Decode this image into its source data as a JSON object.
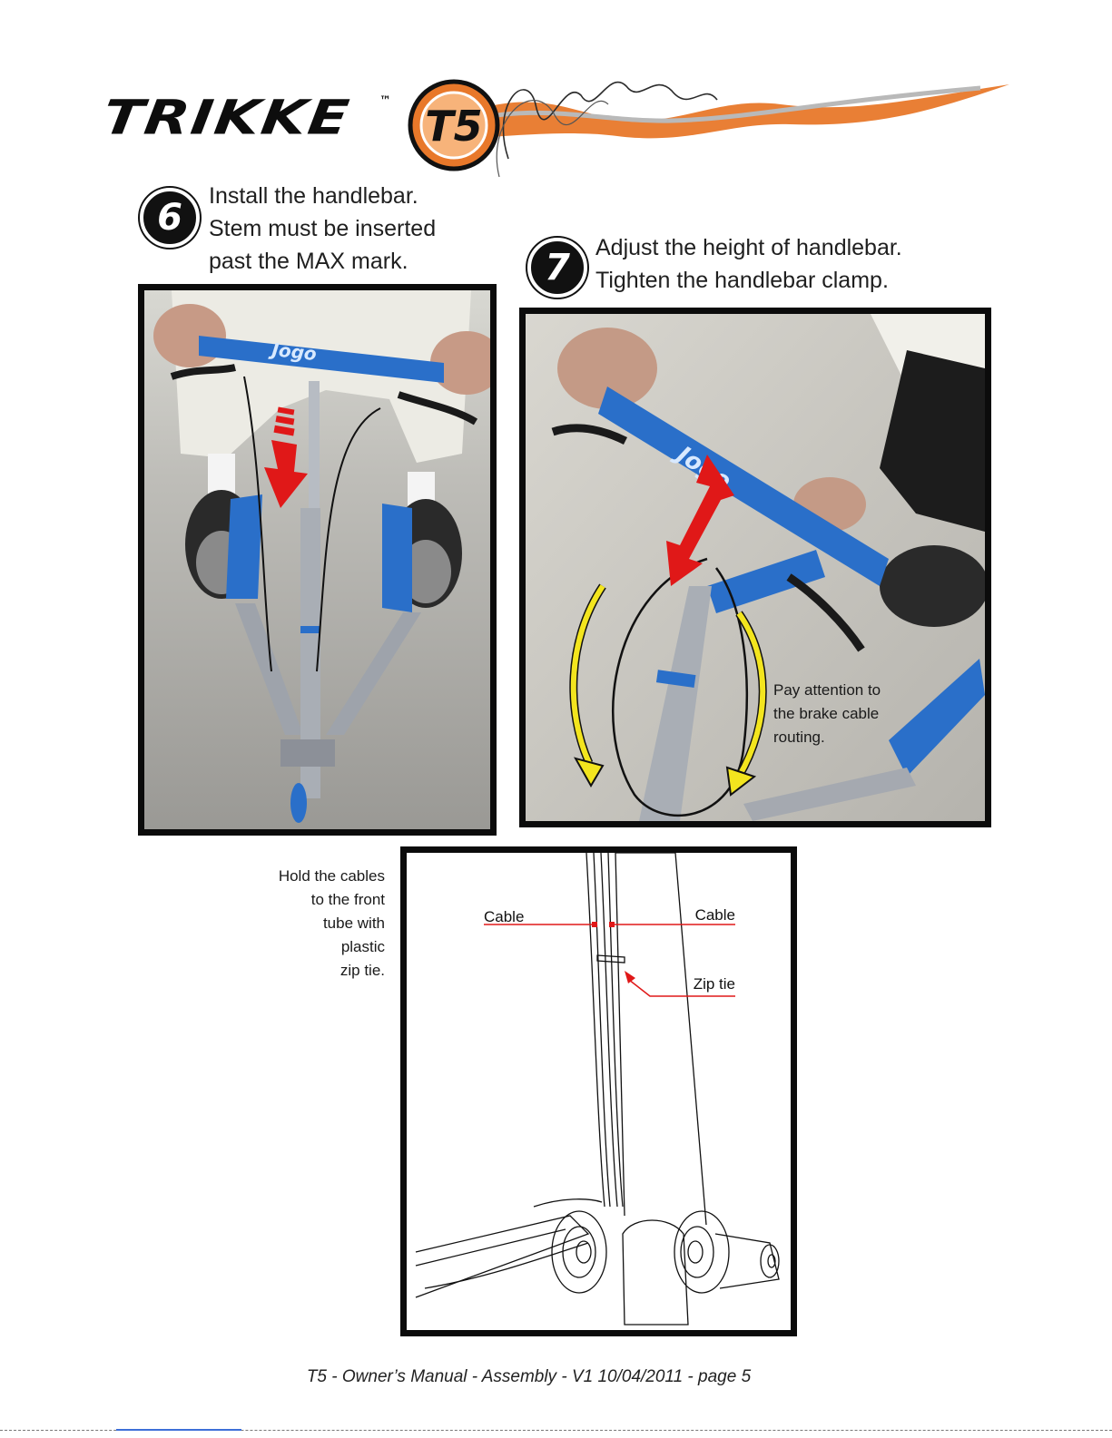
{
  "header": {
    "brand": "TRIKKE",
    "trademark": "™",
    "model_badge": "T5"
  },
  "step6": {
    "number": "6",
    "lines": [
      "Install the handlebar.",
      "Stem must be inserted",
      "past the MAX mark."
    ]
  },
  "step7": {
    "number": "7",
    "lines": [
      "Adjust the height of handlebar.",
      "Tighten the handlebar clamp."
    ],
    "callout": [
      "Pay attention to",
      "the brake cable",
      "routing."
    ],
    "grip_print": "Jogo"
  },
  "diagram": {
    "note": [
      "Hold the cables",
      "to the front",
      "tube with",
      "plastic",
      "zip tie."
    ],
    "label_left_cable": "Cable",
    "label_right_cable": "Cable",
    "label_zip_tie": "Zip tie"
  },
  "footer": {
    "text": "T5 - Owner’s Manual - Assembly - V1 10/04/2011 - page 5"
  },
  "colors": {
    "brand_orange": "#e8782a",
    "scooter_blue": "#2a6fc9",
    "arrow_red": "#e01818",
    "arrow_yellow": "#f3e51e",
    "frame_black": "#0b0b0b"
  }
}
